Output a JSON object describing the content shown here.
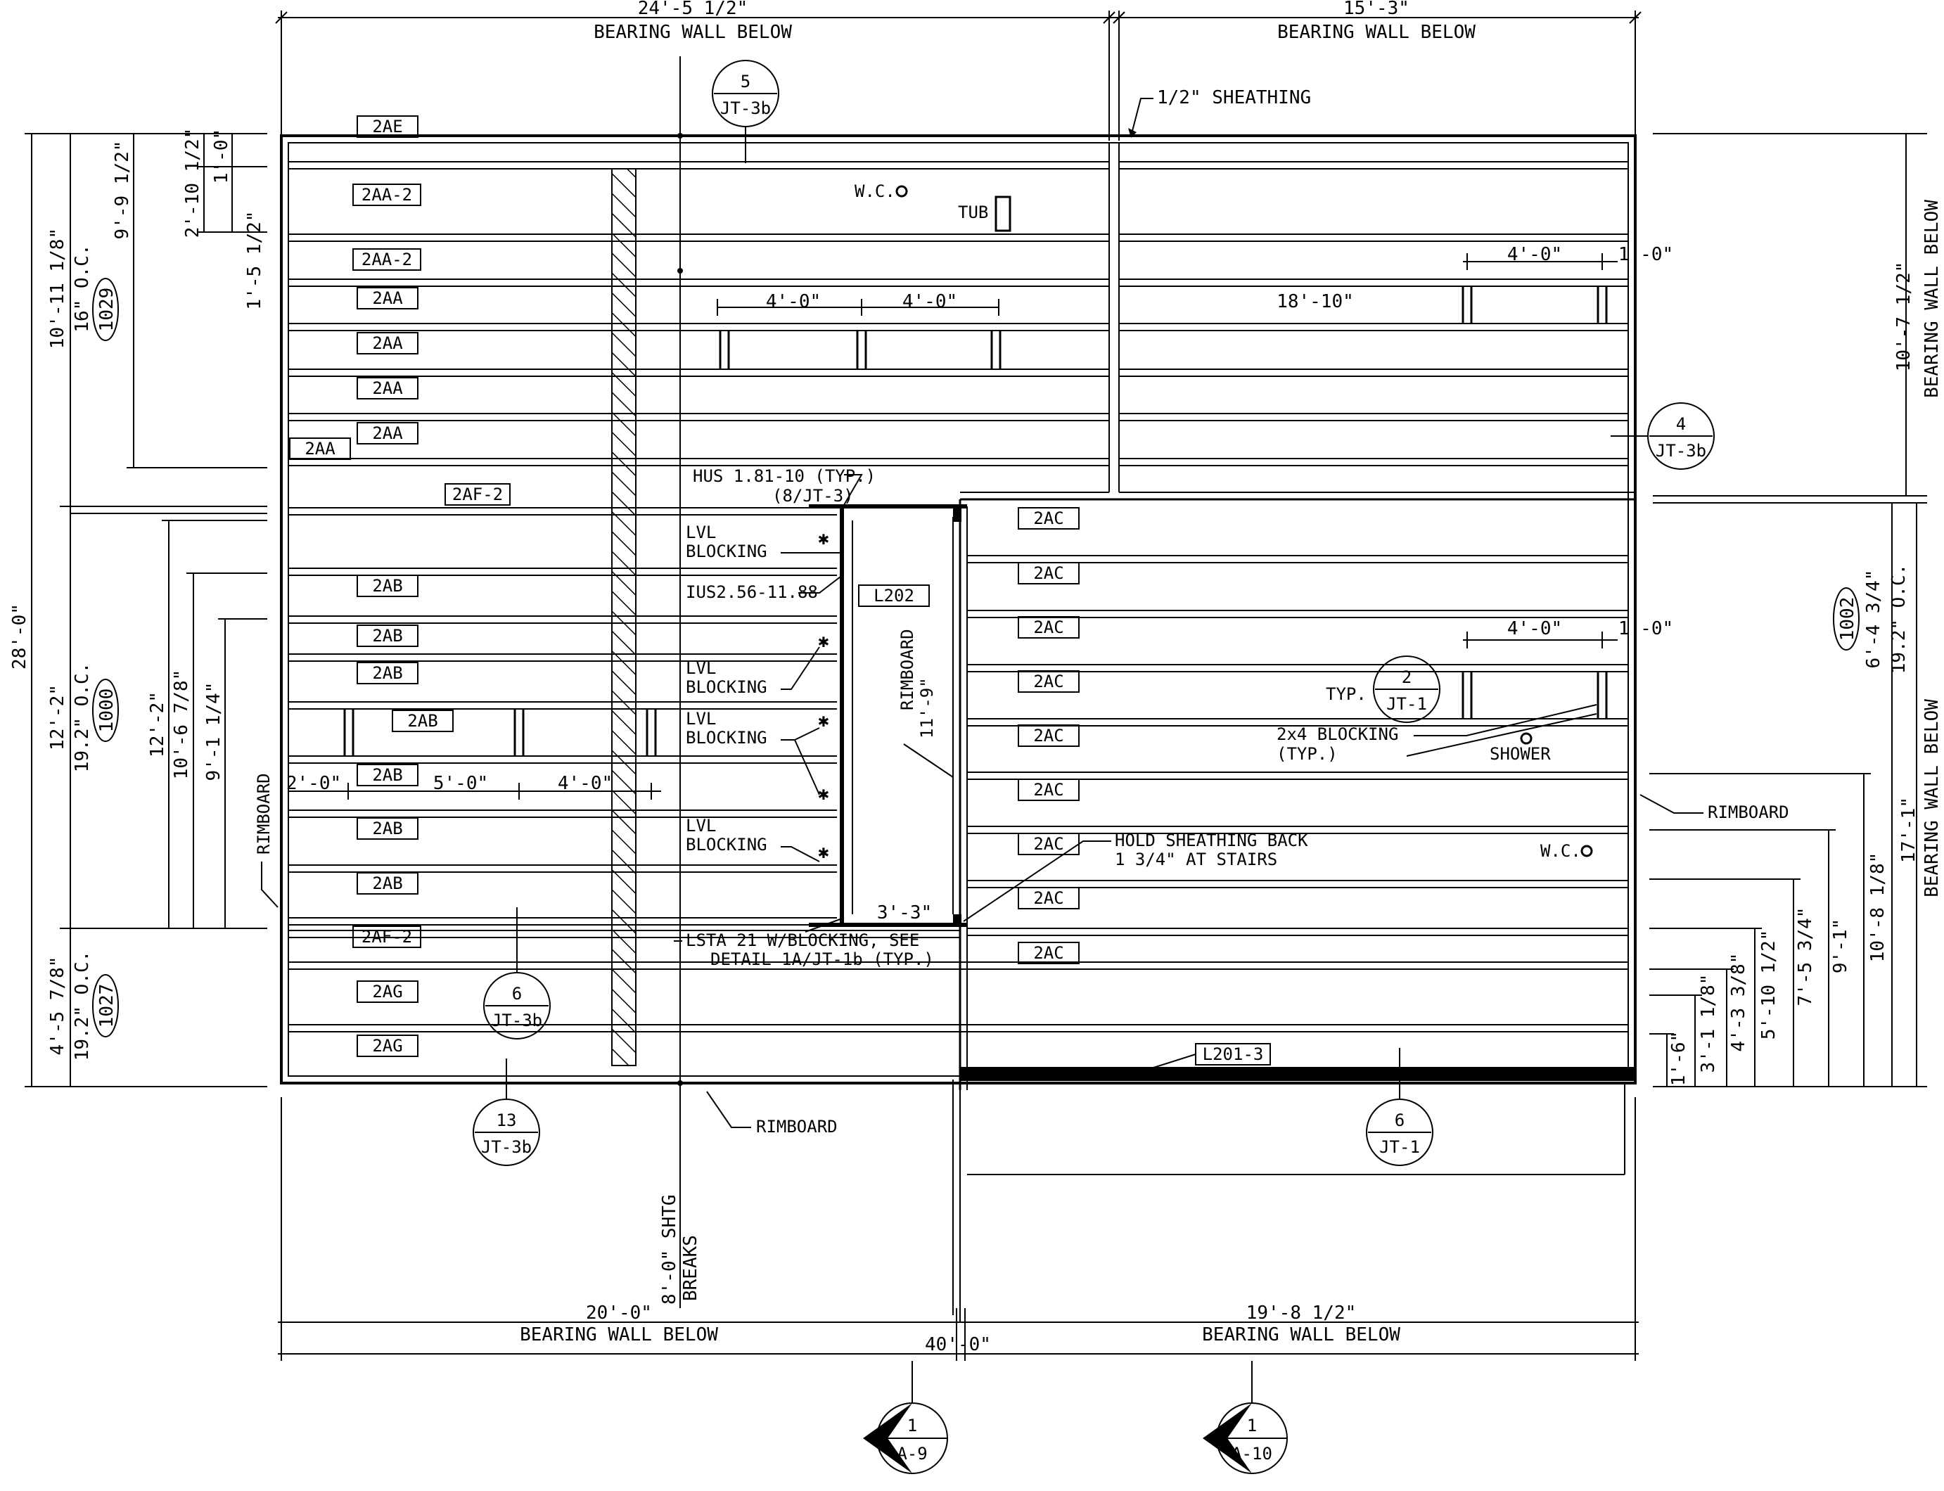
{
  "top": {
    "left_dim": "24'-5 1/2\"",
    "left_note": "BEARING WALL BELOW",
    "right_dim": "15'-3\"",
    "right_note": "BEARING WALL BELOW",
    "sheathing": "1/2\" SHEATHING"
  },
  "bottom": {
    "left_dim": "20'-0\"",
    "left_note": "BEARING WALL BELOW",
    "right_dim": "19'-8 1/2\"",
    "right_note": "BEARING WALL BELOW",
    "overall": "40'-0\"",
    "shtg_line1": "8'-0\" SHTG",
    "shtg_line2": "BREAKS"
  },
  "left_dims": {
    "overall": "28'-0\"",
    "d10_11": "10'-11 1/8\"",
    "spacing_16": "16\" O.C.",
    "tag_1029": "1029",
    "d9_9": "9'-9 1/2\"",
    "d2_10": "2'-10 1/2\"",
    "d1_0": "1'-0\"",
    "d1_5": "1'-5 1/2\"",
    "d12_2a": "12'-2\"",
    "spacing_192a": "19.2\" O.C.",
    "tag_1000": "1000",
    "d12_2b": "12'-2\"",
    "d10_6": "10'-6 7/8\"",
    "d9_1": "9'-1 1/4\"",
    "d4_5": "4'-5 7/8\"",
    "spacing_192b": "19.2\" O.C.",
    "tag_1027": "1027"
  },
  "right_dims": {
    "d10_7": "10'-7 1/2\"",
    "brg_top": "BEARING WALL BELOW",
    "d6_4": "6'-4 3/4\"",
    "spacing_192": "19.2\" O.C.",
    "tag_1002": "1002",
    "d17_1": "17'-1\"",
    "brg_bottom": "BEARING WALL BELOW",
    "d10_8": "10'-8 1/8\"",
    "d9_1": "9'-1\"",
    "d7_5": "7'-5 3/4\"",
    "d5_10": "5'-10 1/2\"",
    "d4_3": "4'-3 3/8\"",
    "d3_1": "3'-1 1/8\"",
    "d1_6": "1'-6\""
  },
  "joist_tags": {
    "t2ae": "2AE",
    "t2aa2a": "2AA-2",
    "t2aa2b": "2AA-2",
    "t2aa1": "2AA",
    "t2aa2": "2AA",
    "t2aa3": "2AA",
    "t2aa4": "2AA",
    "t2aa5": "2AA",
    "t2af2a": "2AF-2",
    "t2ab1": "2AB",
    "t2ab2": "2AB",
    "t2ab3": "2AB",
    "t2ab4": "2AB",
    "t2ab5": "2AB",
    "t2ab6": "2AB",
    "t2ab7": "2AB",
    "t2af2b": "2AF-2",
    "t2ag1": "2AG",
    "t2ag2": "2AG",
    "t2ac1": "2AC",
    "t2ac2": "2AC",
    "t2ac3": "2AC",
    "t2ac4": "2AC",
    "t2ac5": "2AC",
    "t2ac6": "2AC",
    "t2ac7": "2AC",
    "t2ac8": "2AC",
    "t2ac9": "2AC",
    "l202": "L202",
    "l201": "L201-3"
  },
  "fixtures": {
    "wc_top": "W.C.",
    "tub": "TUB",
    "shower": "SHOWER",
    "wc_bottom": "W.C."
  },
  "callouts": {
    "hus_1": "HUS 1.81-10 (TYP.)",
    "hus_2": "(8/JT-3)",
    "lvl": "LVL",
    "blocking": "BLOCKING",
    "ius": "IUS2.56-11.88",
    "rimboard": "RIMBOARD",
    "stair_dim": "11'-9\"",
    "hold_1": "HOLD SHEATHING BACK",
    "hold_2": "1 3/4\" AT STAIRS",
    "lsta_1": "LSTA 21 W/BLOCKING, SEE",
    "lsta_2": "DETAIL 1A/JT-1b (TYP.)",
    "blk2x4_1": "2x4 BLOCKING",
    "blk2x4_2": "(TYP.)",
    "typ": "TYP.",
    "d3_3": "3'-3\"",
    "d18_10": "18'-10\"",
    "d4_0": "4'-0\"",
    "d2_0": "2'-0\"",
    "d5_0": "5'-0\"",
    "d1_0": "1'-0\""
  },
  "bubbles": {
    "b5_num": "5",
    "b5_ref": "JT-3b",
    "b4_num": "4",
    "b4_ref": "JT-3b",
    "b2_num": "2",
    "b2_ref": "JT-1",
    "b6a_num": "6",
    "b6a_ref": "JT-3b",
    "b13_num": "13",
    "b13_ref": "JT-3b",
    "b6b_num": "6",
    "b6b_ref": "JT-1",
    "s1_num": "1",
    "s1_ref": "A-9",
    "s2_num": "1",
    "s2_ref": "A-10"
  }
}
